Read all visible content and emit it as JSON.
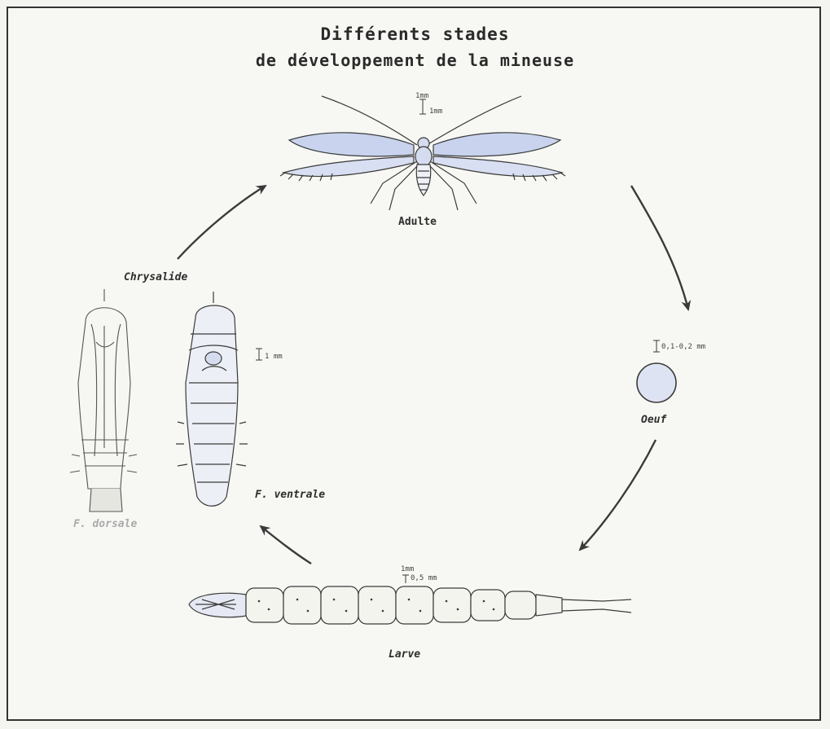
{
  "title": {
    "line1": "Différents stades",
    "line2": "de développement de la mineuse"
  },
  "stages": {
    "adult": "Adulte",
    "egg": "Oeuf",
    "larva": "Larve",
    "pupa": "Chrysalide",
    "pupa_ventral": "F. ventrale",
    "pupa_dorsal": "F. dorsale"
  },
  "scales": {
    "adult_antenna": "1mm",
    "adult_body": "1mm",
    "egg": "0,1-0,2 mm",
    "pupa": "1 mm",
    "larva_top": "1mm",
    "larva": "0,5 mm"
  },
  "colors": {
    "ink": "#3a3a3a",
    "wing_tint": "#c9d3ee",
    "body_tint": "#d6dcef",
    "egg_fill": "#dde3f2",
    "frame": "#333333"
  }
}
